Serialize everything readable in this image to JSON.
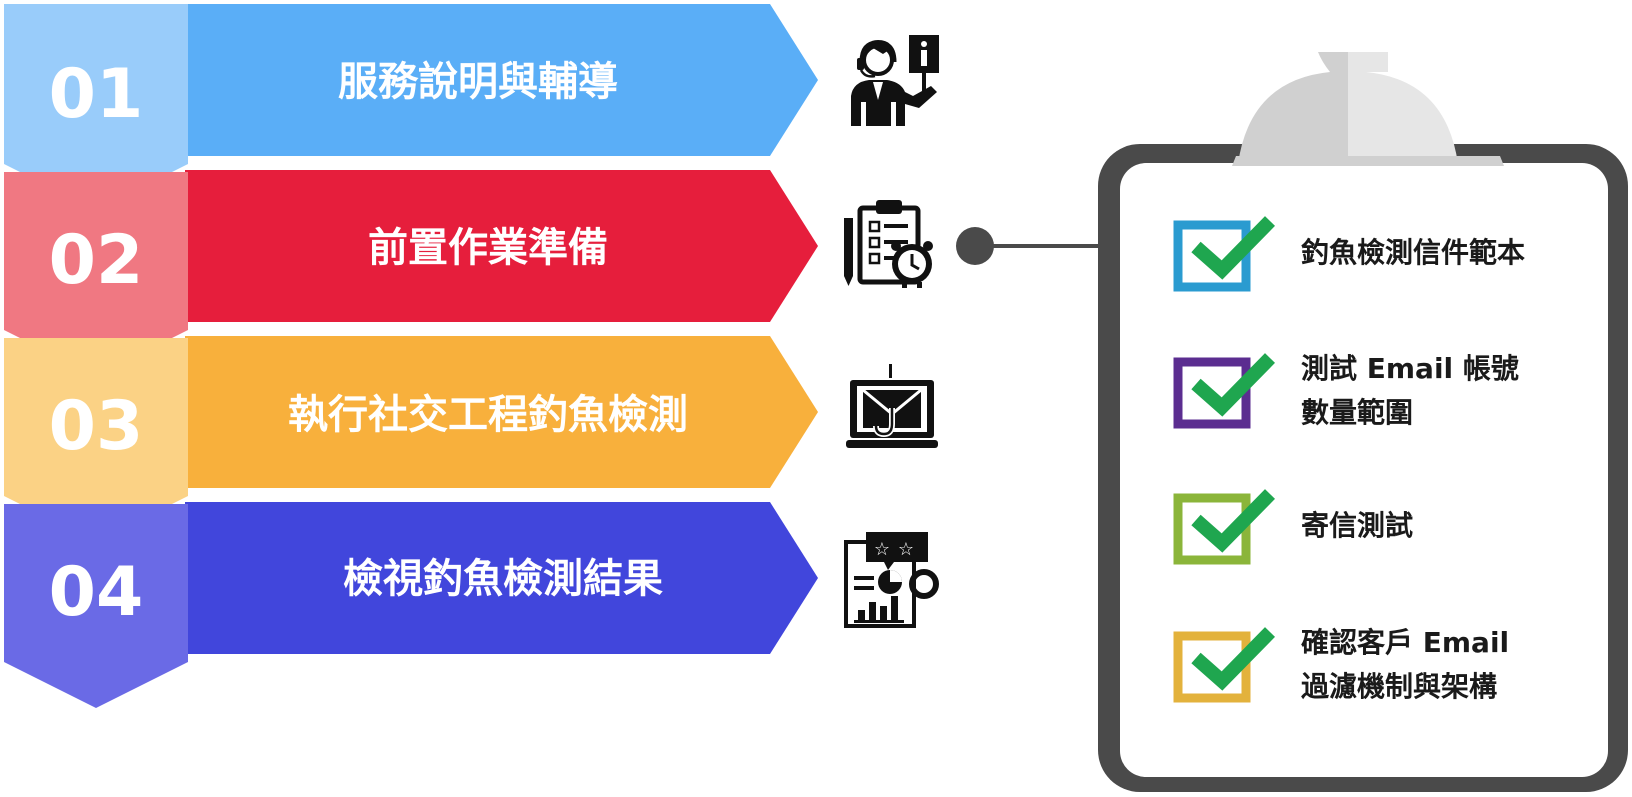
{
  "steps": [
    {
      "number": "01",
      "label": "服務說明與輔導",
      "main_color": "#5aaef7",
      "tab_color": "#99ccfa",
      "icon": "support-agent-icon"
    },
    {
      "number": "02",
      "label": "前置作業準備",
      "main_color": "#e61e3c",
      "tab_color": "#f07882",
      "icon": "clipboard-timer-icon"
    },
    {
      "number": "03",
      "label": "執行社交工程釣魚檢測",
      "main_color": "#f8b03c",
      "tab_color": "#fbd285",
      "icon": "phishing-email-laptop-icon"
    },
    {
      "number": "04",
      "label": "檢視釣魚檢測結果",
      "main_color": "#4146dc",
      "tab_color": "#6a6ae6",
      "icon": "report-chart-icon"
    }
  ],
  "checklist": {
    "items": [
      {
        "lines": [
          "釣魚檢測信件範本"
        ],
        "box_color": "#2a9bd0"
      },
      {
        "lines": [
          "測試 Email 帳號",
          "數量範圍"
        ],
        "box_color": "#5b2d90"
      },
      {
        "lines": [
          "寄信測試"
        ],
        "box_color": "#8bb53a"
      },
      {
        "lines": [
          "確認客戶 Email",
          "過濾機制與架構"
        ],
        "box_color": "#e3b23c"
      }
    ],
    "check_color": "#1fa64f",
    "frame_color": "#4a4a4a"
  }
}
